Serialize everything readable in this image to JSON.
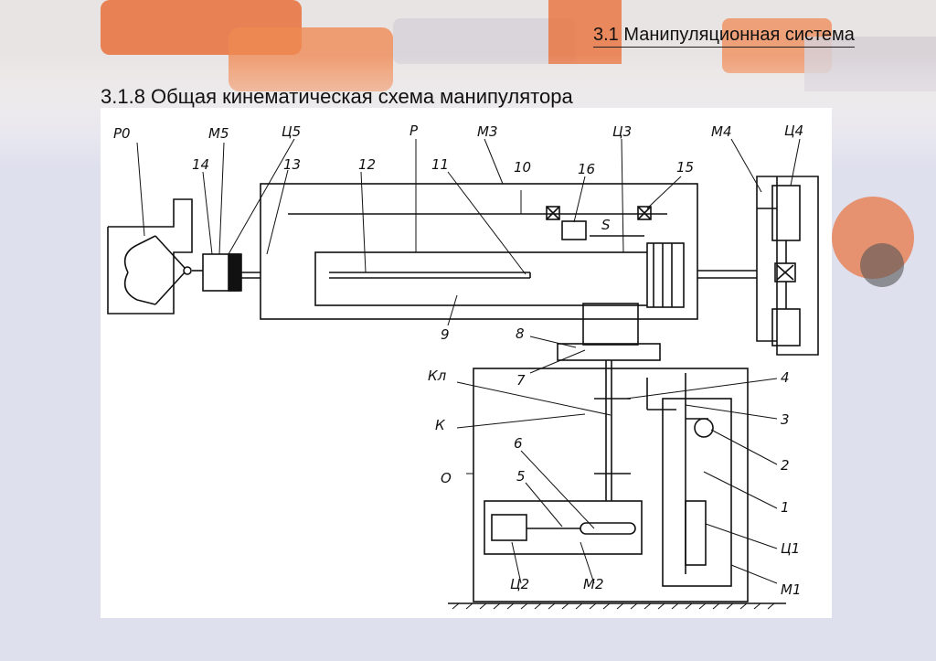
{
  "header": {
    "section_title": "3.1 Манипуляционная система"
  },
  "slide": {
    "title": "3.1.8 Общая кинематическая схема манипулятора"
  },
  "diagram": {
    "labels": {
      "P0": "Р0",
      "M5": "М5",
      "C5": "Ц5",
      "P": "Р",
      "M3": "М3",
      "C3": "Ц3",
      "M4": "М4",
      "C4": "Ц4",
      "n14": "14",
      "n13": "13",
      "n12": "12",
      "n11": "11",
      "n10": "10",
      "n16": "16",
      "n15": "15",
      "S": "S",
      "n9": "9",
      "n8": "8",
      "n7": "7",
      "n4": "4",
      "n3": "3",
      "n2": "2",
      "n1": "1",
      "n6": "6",
      "n5": "5",
      "Kl": "Кл",
      "K": "К",
      "O": "О",
      "C2": "Ц2",
      "M2": "М2",
      "C1": "Ц1",
      "M1": "М1"
    }
  },
  "colors": {
    "background": "#dfe0ee",
    "accent": "#e8703a",
    "line": "#111111"
  }
}
